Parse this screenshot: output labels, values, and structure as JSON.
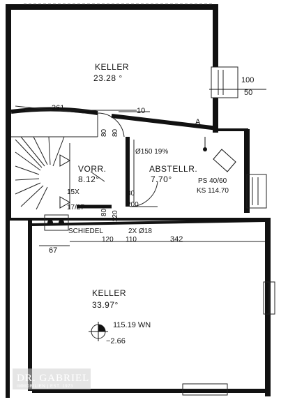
{
  "rooms": {
    "upper_cellar": {
      "name": "KELLER",
      "area": "23.28 °"
    },
    "hallway": {
      "name": "VORR.",
      "area": "8.12°"
    },
    "storage": {
      "name": "ABSTELLR.",
      "area": "7.70°"
    },
    "lower_cellar": {
      "name": "KELLER",
      "area": "33.97°"
    }
  },
  "dimensions": {
    "top_width": "361",
    "small_10": "10",
    "window_100": "100",
    "window_50": "50",
    "hall_80a": "80",
    "hall_80b": "80",
    "door_200": "200",
    "h_80": "80",
    "h_120a": "120",
    "h_120b": "120",
    "h_110": "110",
    "w_342": "342",
    "w_67": "67",
    "stair": "15X",
    "stair_ratio": "17/27"
  },
  "annotations": {
    "marker_a": "A",
    "pipe": "Ø150 19%",
    "ps": "PS 40/60",
    "ks": "KS 114.70",
    "shaft": "SCHIEDEL",
    "shaft_dim": "2X Ø18",
    "level": "115.19 WN",
    "level_offset": "−2.66"
  },
  "watermark": {
    "name": "DR. GABRIEL",
    "tagline": "IMMOBILIEN | EST. 1973"
  }
}
